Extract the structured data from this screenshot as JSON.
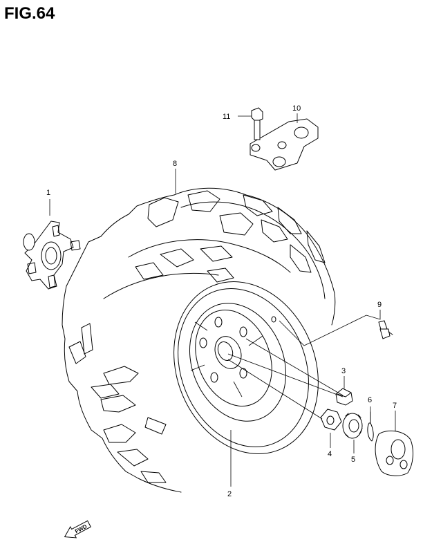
{
  "figure": {
    "title": "FIG.64"
  },
  "callouts": [
    {
      "id": "1",
      "label": "1",
      "part": "hub"
    },
    {
      "id": "2",
      "label": "2",
      "part": "wheel-rim"
    },
    {
      "id": "3",
      "label": "3",
      "part": "nut"
    },
    {
      "id": "4",
      "label": "4",
      "part": "washer"
    },
    {
      "id": "5",
      "label": "5",
      "part": "castle-nut"
    },
    {
      "id": "6",
      "label": "6",
      "part": "cotter-pin"
    },
    {
      "id": "7",
      "label": "7",
      "part": "hub-cap"
    },
    {
      "id": "8",
      "label": "8",
      "part": "tire"
    },
    {
      "id": "9",
      "label": "9",
      "part": "valve"
    },
    {
      "id": "10",
      "label": "10",
      "part": "bracket"
    },
    {
      "id": "11",
      "label": "11",
      "part": "bolt"
    }
  ],
  "direction_marker": {
    "label": "FWD"
  },
  "colors": {
    "ink": "#000000",
    "paper": "#ffffff"
  }
}
